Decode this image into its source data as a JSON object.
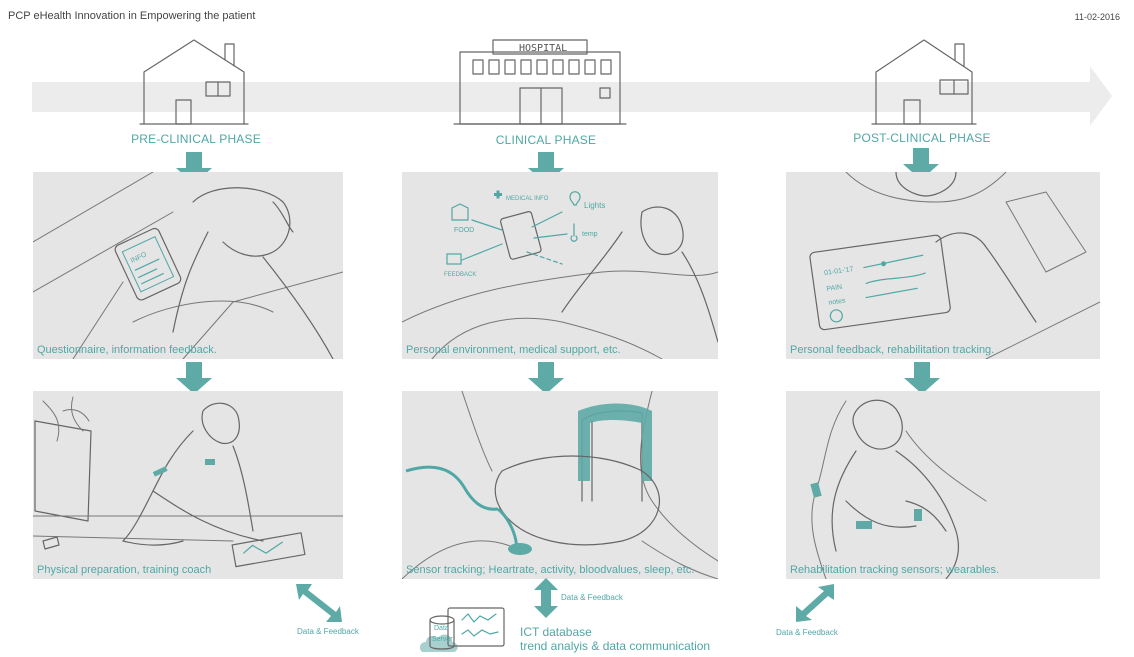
{
  "header": {
    "title": "PCP eHealth Innovation in Empowering the patient",
    "date": "11-02-2016"
  },
  "colors": {
    "accent": "#5eaaa6",
    "panel": "#e5e5e5",
    "timeline": "#ececec"
  },
  "buildings": {
    "hospital_sign": "HOSPITAL"
  },
  "phases": [
    {
      "label": "PRE-CLINICAL PHASE"
    },
    {
      "label": "CLINICAL PHASE"
    },
    {
      "label": "POST-CLINICAL PHASE"
    }
  ],
  "panels": {
    "pre_top": "Questionnaire, information feedback.",
    "pre_bottom": "Physical preparation, training coach",
    "clin_top": "Personal environment, medical support, etc.",
    "clin_bottom": "Sensor tracking; Heartrate, activity, bloodvalues, sleep, etc.",
    "post_top": "Personal feedback, rehabilitation tracking.",
    "post_bottom": "Rehabilitation tracking sensors; wearables."
  },
  "sketch_notes": {
    "tablet_info": "INFO",
    "medical_info": "MEDICAL INFO",
    "lights": "Lights",
    "food": "FOOD",
    "temp": "temp",
    "feedback": "FEEDBACK",
    "date_note": "01-01-'17",
    "pain": "PAIN",
    "notes": "notes"
  },
  "data_feedback": {
    "left": "Data & Feedback",
    "center": "Data & Feedback",
    "right": "Data & Feedback"
  },
  "ict": {
    "server_line1": "Data",
    "server_line2": "Server",
    "title": "ICT database",
    "subtitle": "trend analyis & data communication"
  }
}
